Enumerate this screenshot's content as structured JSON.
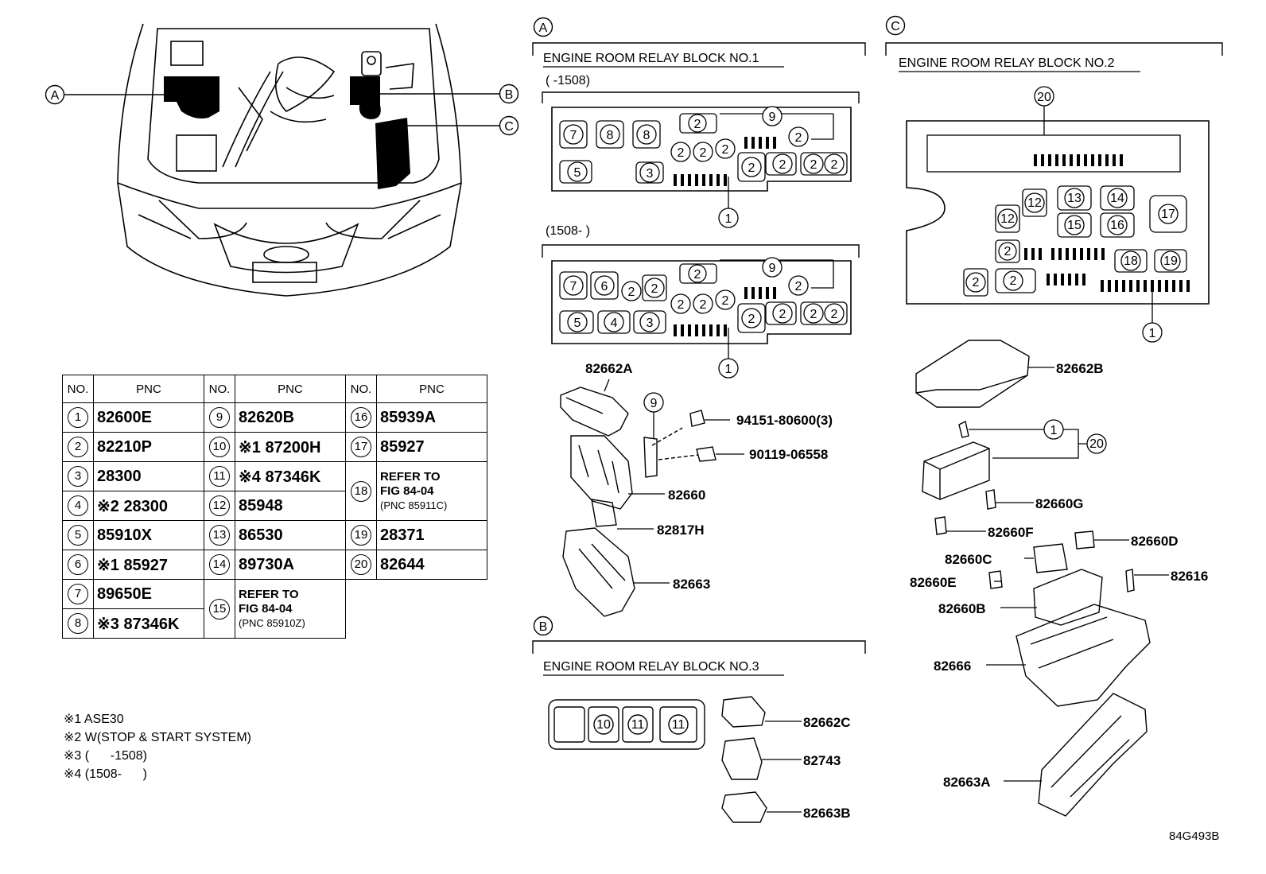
{
  "callouts": {
    "a": "A",
    "b": "B",
    "c": "C"
  },
  "sections": {
    "a": {
      "title": "ENGINE ROOM RELAY BLOCK NO.1",
      "range_before": "(      -1508)",
      "range_after": "(1508-      )"
    },
    "b": {
      "title": "ENGINE ROOM RELAY BLOCK NO.3"
    },
    "c": {
      "title": "ENGINE ROOM RELAY BLOCK NO.2"
    }
  },
  "part_labels": {
    "p82662A": "82662A",
    "p94151": "94151-80600(3)",
    "p90119": "90119-06558",
    "p82660": "82660",
    "p82817H": "82817H",
    "p82663": "82663",
    "p82662C": "82662C",
    "p82743": "82743",
    "p82663B": "82663B",
    "p82662B": "82662B",
    "p82660G": "82660G",
    "p82660F": "82660F",
    "p82660D": "82660D",
    "p82660C": "82660C",
    "p82660E": "82660E",
    "p82616": "82616",
    "p82660B": "82660B",
    "p82666": "82666",
    "p82663A": "82663A"
  },
  "table": {
    "header_no": "NO.",
    "header_pnc": "PNC",
    "rows": [
      {
        "no": "1",
        "pnc": "82600E"
      },
      {
        "no": "2",
        "pnc": "82210P"
      },
      {
        "no": "3",
        "pnc": "28300"
      },
      {
        "no": "4",
        "pnc": "※2 28300"
      },
      {
        "no": "5",
        "pnc": "85910X"
      },
      {
        "no": "6",
        "pnc": "※1 85927"
      },
      {
        "no": "7",
        "pnc": "89650E"
      },
      {
        "no": "8",
        "pnc": "※3 87346K"
      },
      {
        "no": "9",
        "pnc": "82620B"
      },
      {
        "no": "10",
        "pnc": "※1 87200H"
      },
      {
        "no": "11",
        "pnc": "※4 87346K"
      },
      {
        "no": "12",
        "pnc": "85948"
      },
      {
        "no": "13",
        "pnc": "86530"
      },
      {
        "no": "14",
        "pnc": "89730A"
      },
      {
        "no": "15",
        "ref1": "REFER TO",
        "ref2": "FIG 84-04",
        "ref3": "(PNC 85910Z)"
      },
      {
        "no": "16",
        "pnc": "85939A"
      },
      {
        "no": "17",
        "pnc": "85927"
      },
      {
        "no": "18",
        "ref1": "REFER TO",
        "ref2": "FIG 84-04",
        "ref3": "(PNC 85911C)"
      },
      {
        "no": "19",
        "pnc": "28371"
      },
      {
        "no": "20",
        "pnc": "82644"
      }
    ]
  },
  "notes": [
    "※1 ASE30",
    "※2 W(STOP & START SYSTEM)",
    "※3 (      -1508)",
    "※4 (1508-      )"
  ],
  "figure_code": "84G493B"
}
